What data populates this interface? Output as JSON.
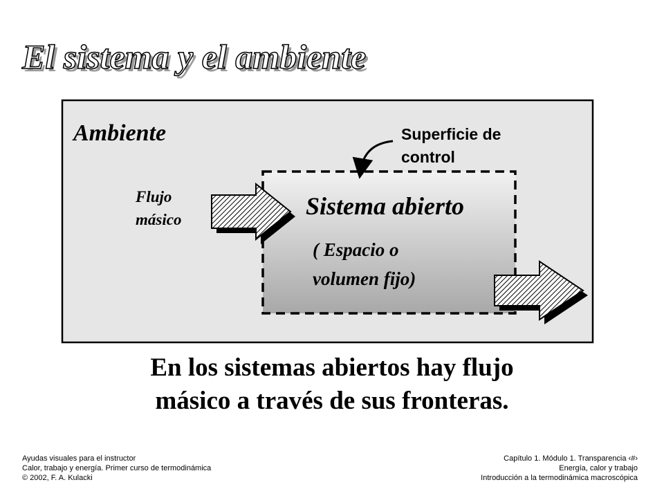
{
  "slide": {
    "title": "El sistema y el ambiente"
  },
  "diagram": {
    "ambiente_label": "Ambiente",
    "control_surface_label": "Superficie de\ncontrol",
    "mass_flow_label": "Flujo\nmásico",
    "open_system_label": "Sistema abierto",
    "open_system_sublabel": "( Espacio o\nvolumen fijo)"
  },
  "caption": {
    "line1": "En los sistemas abiertos hay flujo",
    "line2": "másico a través de sus fronteras."
  },
  "footer": {
    "left": "Ayudas visuales para el instructor\nCalor, trabajo y energía.  Primer curso de termodinámica\n© 2002, F. A. Kulacki",
    "right": "Capítulo 1. Módulo 1.  Transparencia ‹#›\nEnergía, calor y trabajo\nIntroducción a la termodinámica macroscópica"
  },
  "colors": {
    "ambiente_fill": "#e6e6e6",
    "system_gradient_top": "#f2f2f2",
    "system_gradient_bottom": "#a8a8a8",
    "arrow_shadow": "#000000",
    "title_shadow": "#9a9a9a"
  },
  "icons": {
    "inflow": "hatched-arrow-right",
    "outflow": "hatched-arrow-right",
    "pointer": "curved-arrow"
  }
}
